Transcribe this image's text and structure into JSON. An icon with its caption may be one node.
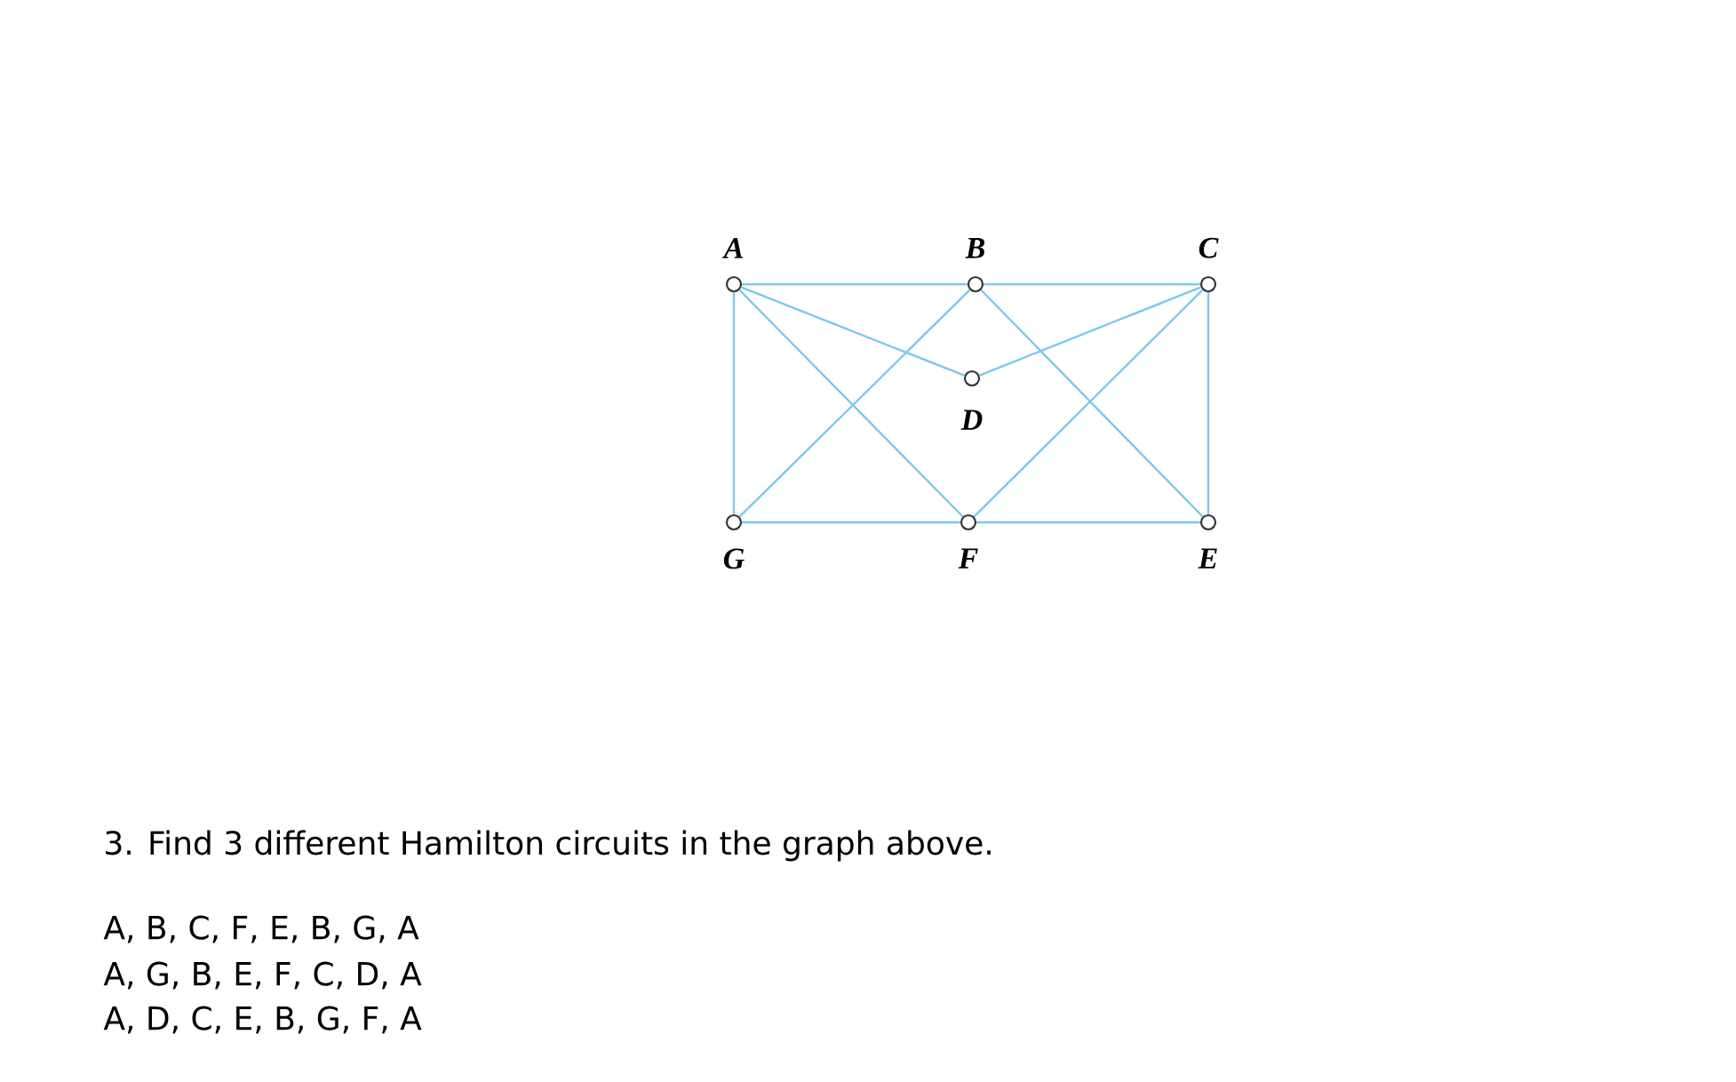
{
  "diagram": {
    "nodes": [
      {
        "text": [
          "A"
        ]
      },
      {
        "text": [
          "B"
        ]
      },
      {
        "text": [
          "C"
        ]
      },
      {
        "text": [
          "D"
        ]
      },
      {
        "text": [
          "G"
        ]
      },
      {
        "text": [
          "F"
        ]
      },
      {
        "text": [
          "E"
        ]
      }
    ],
    "edges": [
      {
        "from": 0,
        "to": 1,
        "arrow": "none"
      },
      {
        "from": 1,
        "to": 2,
        "arrow": "none"
      },
      {
        "from": 0,
        "to": 4,
        "arrow": "none"
      },
      {
        "from": 2,
        "to": 6,
        "arrow": "none"
      },
      {
        "from": 4,
        "to": 5,
        "arrow": "none"
      },
      {
        "from": 5,
        "to": 6,
        "arrow": "none"
      },
      {
        "from": 0,
        "to": 3,
        "arrow": "none"
      },
      {
        "from": 3,
        "to": 2,
        "arrow": "none"
      },
      {
        "from": 0,
        "to": 5,
        "arrow": "none"
      },
      {
        "from": 1,
        "to": 4,
        "arrow": "none"
      },
      {
        "from": 1,
        "to": 6,
        "arrow": "none"
      },
      {
        "from": 2,
        "to": 5,
        "arrow": "none"
      }
    ],
    "labels": [
      "3.  Find 3 different Hamilton circuits in the graph above.",
      "A, B, C, F, E, B, G, A",
      "A, G, B, E, F, C, D, A",
      "A, D, C, E, B, G, F, A"
    ]
  }
}
